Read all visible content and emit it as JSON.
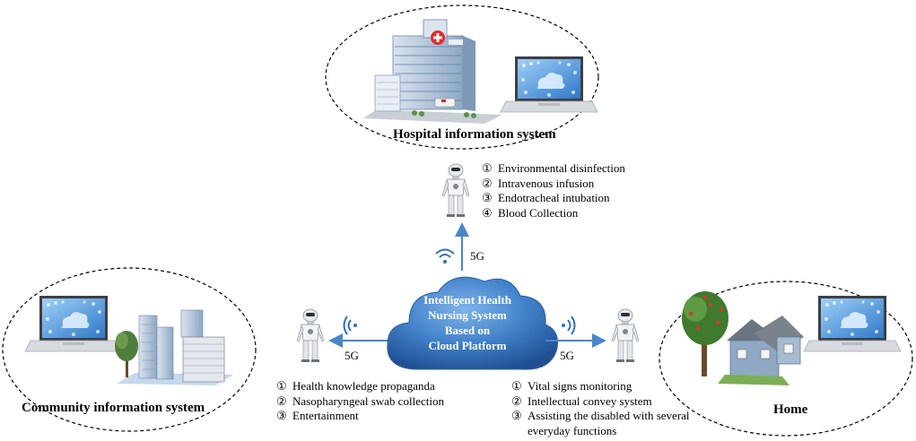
{
  "center": {
    "lines": [
      "Intelligent Health",
      "Nursing System",
      "Based on",
      "Cloud Platform"
    ]
  },
  "hospital": {
    "title": "Hospital information system",
    "functions": [
      {
        "num": "①",
        "text": "Environmental disinfection"
      },
      {
        "num": "②",
        "text": "Intravenous infusion"
      },
      {
        "num": "③",
        "text": "Endotracheal intubation"
      },
      {
        "num": "④",
        "text": "Blood Collection"
      }
    ]
  },
  "community": {
    "title": "Community information system",
    "functions": [
      {
        "num": "①",
        "text": "Health knowledge propaganda"
      },
      {
        "num": "②",
        "text": "Nasopharyngeal swab collection"
      },
      {
        "num": "③",
        "text": "Entertainment"
      }
    ]
  },
  "home": {
    "title": "Home",
    "functions": [
      {
        "num": "①",
        "text": "Vital signs monitoring"
      },
      {
        "num": "②",
        "text": "Intellectual convey system"
      },
      {
        "num": "③",
        "text": "Assisting the disabled with several"
      },
      {
        "num": "",
        "text": "everyday functions"
      }
    ]
  },
  "links": {
    "up": "5G",
    "left": "5G",
    "right": "5G"
  },
  "colors": {
    "cloud": "#3f7fc8",
    "arrow": "#4a86c8",
    "ellipse_border": "#000000"
  }
}
